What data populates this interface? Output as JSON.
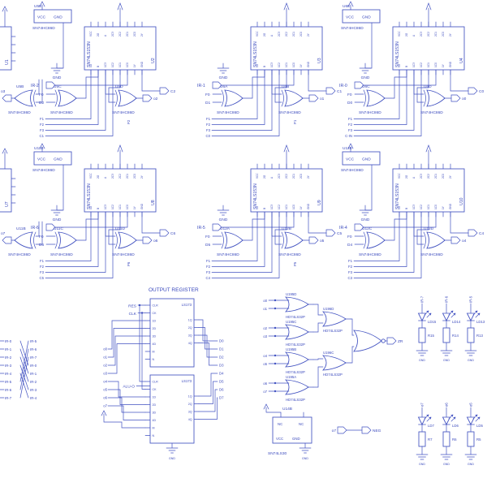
{
  "colors": {
    "wire": "#4252c1",
    "text": "#3a49bd",
    "background": "#ffffff"
  },
  "power": {
    "vcc": "VCC",
    "gnd": "GND"
  },
  "mux_pins": {
    "top": [
      "VCC",
      "2G",
      "A",
      "2C3",
      "2C2",
      "2C1",
      "2C0",
      "2Y"
    ],
    "bottom": [
      "1G",
      "B",
      "1C3",
      "1C2",
      "1C1",
      "1C0",
      "1Y",
      "GND"
    ]
  },
  "alu_blocks": [
    {
      "ic_ref": "U2",
      "ic_part": "SN74LS153N",
      "power": {
        "ref": "U5E",
        "part": "SN74HC86D"
      },
      "leftic": {
        "ref": "U1"
      },
      "leftgate": {
        "ref": "U5B",
        "part": "SN74HC86D",
        "out": "o3"
      },
      "ir": "IR-2",
      "in_a": "F0",
      "in_b": "D2",
      "gin_ref": "U5C",
      "gin_part": "SN74HC86D",
      "gout_ref": "U5D",
      "gout_part": "SN74HC86D",
      "out": "o2",
      "carry": "C2",
      "p": "P2",
      "stack": [
        "F1",
        "F2",
        "F3",
        "C1"
      ]
    },
    {
      "ic_ref": "U3",
      "ic_part": "SN74LS153N",
      "ir": "IR-1",
      "in_a": "F0",
      "in_b": "D1",
      "gin_ref": "U6A",
      "gin_part": "SN74HC86D",
      "gout_ref": "U6B",
      "gout_part": "SN74HC86D",
      "out": "o1",
      "carry": "C1",
      "p": "P1",
      "stack": [
        "F1",
        "F2",
        "F3",
        "C0"
      ]
    },
    {
      "ic_ref": "U4",
      "ic_part": "SN74LS153N",
      "power": {
        "ref": "U6E",
        "part": "SN74HC86D"
      },
      "ir": "IR-0",
      "in_a": "F0",
      "in_b": "D0",
      "gin_ref": "U6C",
      "gin_part": "SN74HC86D",
      "gout_ref": "U6D",
      "gout_part": "SN74HC86D",
      "out": "o0",
      "carry": "C0",
      "stack": [
        "F1",
        "F2",
        "F3",
        "C-IN"
      ]
    },
    {
      "ic_ref": "U8",
      "ic_part": "SN74LS153N",
      "power": {
        "ref": "U11E",
        "part": "SN74HC86D"
      },
      "leftic": {
        "ref": "U7"
      },
      "leftgate": {
        "ref": "U11B",
        "part": "SN74HC86D",
        "out": "o7"
      },
      "ir": "IR-6",
      "in_a": "F0",
      "in_b": "D6",
      "gin_ref": "U11C",
      "gin_part": "SN74HC86D",
      "gout_ref": "U11D",
      "gout_part": "SN74HC86D",
      "out": "o6",
      "carry": "C6",
      "p": "P6",
      "stack": [
        "F1",
        "F2",
        "F3",
        "C5"
      ]
    },
    {
      "ic_ref": "U9",
      "ic_part": "SN74LS153N",
      "ir": "IR-5",
      "in_a": "F0",
      "in_b": "D5",
      "gin_ref": "U12A",
      "gin_part": "SN74HC86D",
      "gout_ref": "U12B",
      "gout_part": "SN74HC86D",
      "out": "o5",
      "carry": "C5",
      "p": "P5",
      "stack": [
        "F1",
        "F2",
        "F3",
        "C4"
      ]
    },
    {
      "ic_ref": "U10",
      "ic_part": "SN74LS153N",
      "power": {
        "ref": "U12E",
        "part": "SN74HC86D"
      },
      "ir": "IR-4",
      "in_a": "F0",
      "in_b": "D4",
      "gin_ref": "U12C",
      "gin_part": "SN74HC86D",
      "gout_ref": "U12D",
      "gout_part": "SN74HC86D",
      "out": "o4",
      "carry": "C4",
      "stack": [
        "F1",
        "F2",
        "F3",
        "C3"
      ]
    }
  ],
  "ladder": {
    "left": [
      "IR-0",
      "IR-1",
      "IR-2",
      "IR-3",
      "IR-4",
      "IR-5",
      "IR-6",
      "IR-7"
    ],
    "right": [
      "IR-0",
      "IR-1",
      "IR-2",
      "IR-3",
      "IR-4",
      "IR-5",
      "IR-6",
      "IR-7"
    ]
  },
  "output_register": {
    "title": "OUTPUT REGISTER",
    "chips": [
      {
        "part": "LS173",
        "left_pins": [
          "CLR",
          "CK",
          "1D",
          "2D",
          "3D",
          "4D",
          "M",
          "N"
        ],
        "right_pins": [
          "1Q",
          "2Q",
          "3Q",
          "4Q"
        ]
      },
      {
        "part": "LS173",
        "left_pins": [
          "CLR",
          "CK",
          "1D",
          "2D",
          "3D",
          "4D",
          "M",
          "N"
        ],
        "right_pins": [
          "1Q",
          "2Q",
          "3Q",
          "4Q"
        ]
      }
    ],
    "res": "RES",
    "clk": "CLK",
    "enable": "ALU-O",
    "inputs": [
      "o0",
      "o1",
      "o2",
      "o3",
      "o4",
      "o5",
      "o6",
      "o7"
    ],
    "outputs": [
      "D0",
      "D1",
      "D2",
      "D3",
      "D4",
      "D5",
      "D6",
      "D7"
    ]
  },
  "zero_tree": {
    "inputs": [
      "o0",
      "o1",
      "o2",
      "o3",
      "o4",
      "o5",
      "o6",
      "o7"
    ],
    "gates": [
      {
        "ref": "U195D",
        "part": "HD74LS32P"
      },
      {
        "ref": "U195C",
        "part": "HD74LS32P"
      },
      {
        "ref": "U195B",
        "part": "HD74LS32P"
      },
      {
        "ref": "U195A",
        "part": "HD74LS32P"
      },
      {
        "ref": "U196D",
        "part": "HD74LS32P"
      },
      {
        "ref": "U196C",
        "part": "HD74LS32P"
      }
    ],
    "output": "ZR"
  },
  "sign_unit": {
    "ref": "U14B",
    "part": "SN74LS30",
    "nc": "NC",
    "input": "o7",
    "output": "NEG"
  },
  "led_columns": [
    {
      "net": "IR-7",
      "led": "LD15",
      "res": "R15"
    },
    {
      "net": "IR-6",
      "led": "LD14",
      "res": "R14"
    },
    {
      "net": "IR-5",
      "led": "LD13",
      "res": "R13"
    },
    {
      "net": "o7",
      "led": "LD7",
      "res": "R7"
    },
    {
      "net": "o6",
      "led": "LD6",
      "res": "R6"
    },
    {
      "net": "o5",
      "led": "LD5",
      "res": "R5"
    }
  ]
}
